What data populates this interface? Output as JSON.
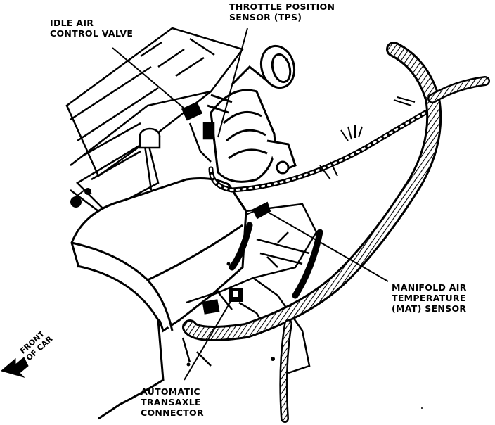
{
  "callouts": {
    "idle_air_control_valve": [
      "IDLE AIR",
      "CONTROL VALVE"
    ],
    "throttle_position_sensor": [
      "THROTTLE POSITION",
      "SENSOR (TPS)"
    ],
    "manifold_air_temperature_sensor": [
      "MANIFOLD AIR",
      "TEMPERATURE",
      "(MAT) SENSOR"
    ],
    "automatic_transaxle_connector": [
      "AUTOMATIC",
      "TRANSAXLE",
      "CONNECTOR"
    ]
  },
  "orientation": {
    "front_of_car": [
      "FRONT",
      "OF CAR"
    ],
    "arrow_icon": "front-arrow-icon"
  },
  "colors": {
    "ink": "#000000",
    "paper": "#ffffff"
  }
}
